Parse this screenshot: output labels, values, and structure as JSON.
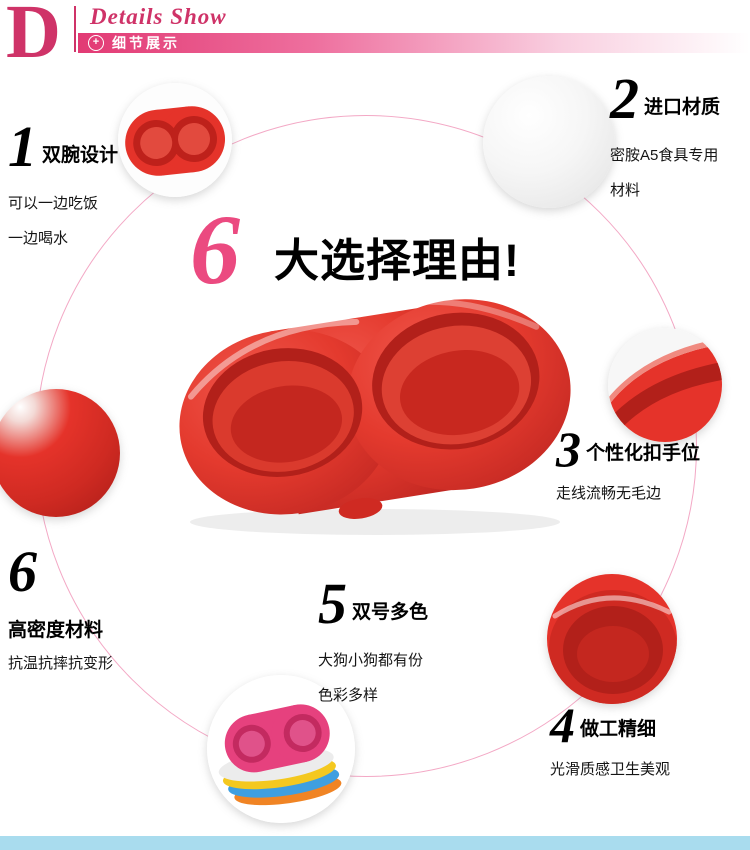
{
  "header": {
    "drop_cap": "D",
    "title": "Details Show",
    "plus_icon": "+",
    "bar_label": "细节展示"
  },
  "headline": {
    "number": "6",
    "text": "大选择理由!"
  },
  "features": [
    {
      "num": "1",
      "title": "双腕设计",
      "line1": "可以一边吃饭",
      "line2": "一边喝水",
      "image": "red-double-bowl-top-view"
    },
    {
      "num": "2",
      "title": "进口材质",
      "line1": "密胺A5食具专用",
      "line2": "材料",
      "image": "melamine-powder-closeup"
    },
    {
      "num": "3",
      "title": "个性化扣手位",
      "line1": "走线流畅无毛边",
      "image": "bowl-handle-closeup"
    },
    {
      "num": "4",
      "title": "做工精细",
      "line1": "光滑质感卫生美观",
      "image": "bowl-inner-surface-closeup"
    },
    {
      "num": "5",
      "title": "双号多色",
      "line1": "大狗小狗都有份",
      "line2": "色彩多样",
      "image": "stacked-colorful-bowls"
    },
    {
      "num": "6",
      "title": "高密度材料",
      "line1": "抗温抗摔抗变形",
      "image": "bowl-material-closeup"
    }
  ],
  "colors": {
    "accent_pink": "#cf3368",
    "bar_gradient_start": "#e23a74",
    "headline_pink": "#eb4a80",
    "ring_pink": "#f3a8c5",
    "product_red": "#e5332a",
    "bottom_bar_blue": "#a9dcee",
    "text_black": "#000000"
  }
}
